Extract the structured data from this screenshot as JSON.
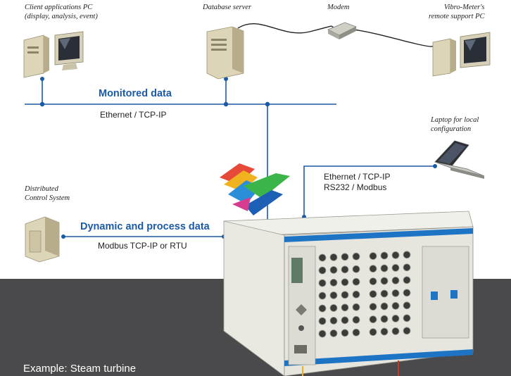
{
  "captions": {
    "client_pc": "Client applications PC\n(display, analysis, event)",
    "database_server": "Database server",
    "modem": "Modem",
    "remote_pc": "Vibro-Meter's\nremote support PC",
    "laptop": "Laptop for local\nconfiguration",
    "dcs": "Distributed\nControl System"
  },
  "networks": {
    "monitored_title": "Monitored data",
    "monitored_sub": "Ethernet / TCP-IP",
    "laptop_link": "Ethernet / TCP-IP\nRS232 / Modbus",
    "dynamic_title": "Dynamic and process data",
    "dynamic_sub": "Modbus TCP-IP or RTU"
  },
  "footer": {
    "label": "Example: Steam turbine"
  },
  "colors": {
    "line_blue": "#1b5aa6",
    "dark_band": "#4a4a4c",
    "rack_body": "#e6e6df",
    "rack_blue": "#1e74c4",
    "accent_red": "#c0392b"
  },
  "icons": [
    "computer-icon",
    "server-icon",
    "modem-icon",
    "laptop-icon",
    "control-cabinet-icon",
    "logo-icon",
    "rack-icon"
  ]
}
